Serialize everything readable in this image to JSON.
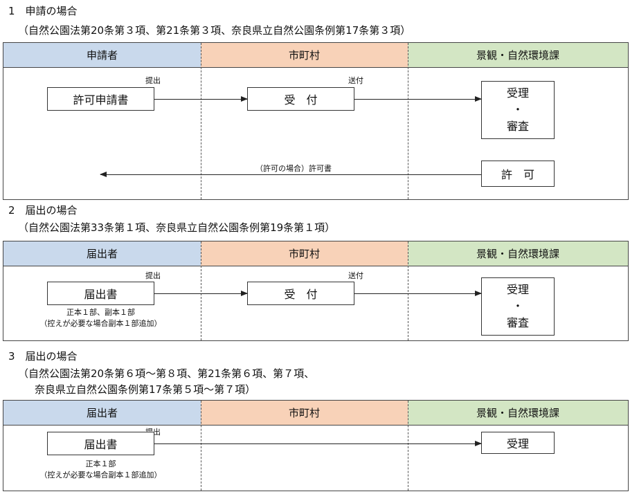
{
  "sections": [
    {
      "heading": "1　申請の場合",
      "subheading": "（自然公園法第20条第３項、第21条第３項、奈良県立自然公園条例第17条第３項）",
      "columns": [
        "申請者",
        "市町村",
        "景観・自然環境課"
      ],
      "submit_label": "提出",
      "send_label": "送付",
      "applicant_box": "許可申請書",
      "municipality_box": "受　付",
      "office_box": [
        "受理",
        "・",
        "審査"
      ],
      "return_label": "（許可の場合）許可書",
      "permit_box": "許　可"
    },
    {
      "heading": "2　届出の場合",
      "subheading": "（自然公園法第33条第１項、奈良県立自然公園条例第19条第１項）",
      "columns": [
        "届出者",
        "市町村",
        "景観・自然環境課"
      ],
      "submit_label": "提出",
      "send_label": "送付",
      "applicant_box": "届出書",
      "note_lines": [
        "正本１部、副本１部",
        "（控えが必要な場合副本１部追加）"
      ],
      "municipality_box": "受　付",
      "office_box": [
        "受理",
        "・",
        "審査"
      ]
    },
    {
      "heading": "3　届出の場合",
      "subheading_lines": [
        "（自然公園法第20条第６項～第８項、第21条第６項、第７項、",
        "奈良県立自然公園条例第17条第５項～第７項）"
      ],
      "columns": [
        "届出者",
        "市町村",
        "景観・自然環境課"
      ],
      "submit_label": "提出",
      "applicant_box": "届出書",
      "note_lines": [
        "正本１部",
        "（控えが必要な場合副本１部追加）"
      ],
      "office_box": "受理"
    }
  ]
}
